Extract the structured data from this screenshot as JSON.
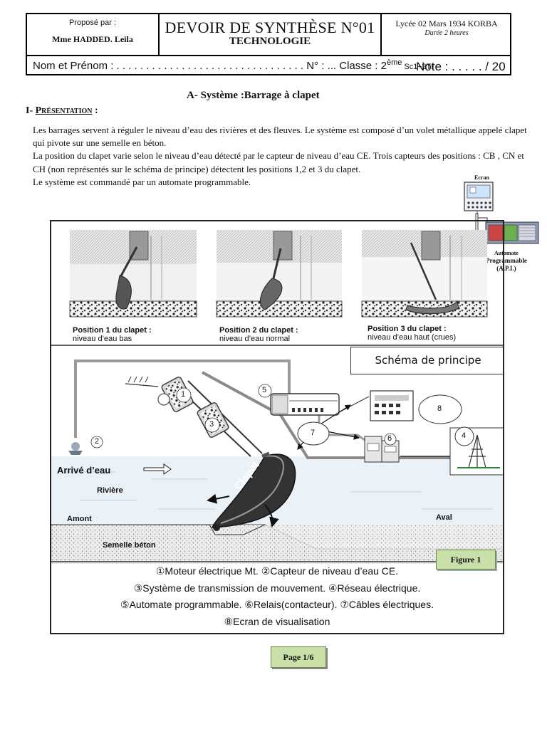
{
  "header": {
    "proposer_label": "Proposé par :",
    "teacher": "Mme HADDED. Leila",
    "title": "DEVOIR DE SYNTHÈSE N°01",
    "subject": "TECHNOLOGIE",
    "school": "Lycée 02 Mars 1934 KORBA",
    "duration": "Durée 2 heures",
    "student_line": "Nom et Prénom : . . . . . . . . . . . . . . . . . . . . . . . . . . . . . . . . N° : ... Classe : 2",
    "class_sup": "ème",
    "class_rest": " Sc1÷2TI",
    "note": "Note :    . . . . . / 20"
  },
  "section": {
    "title": "A-  Système :Barrage à clapet",
    "sub_num": "I-",
    "sub_title": "Présentation",
    "sub_colon": " :"
  },
  "intro": [
    "Les barrages servent à réguler le niveau d’eau des rivières et des fleuves. Le système est composé d’un volet métallique appelé clapet qui pivote sur une semelle en béton.",
    "La position du clapet varie selon le niveau d’eau détecté par le capteur de niveau d’eau CE. Trois capteurs des positions : CB  , CN  et CH  (non représentés sur le schéma de principe) détectent les positions 1,2 et 3 du clapet.",
    "Le système est commandé par un automate programmable."
  ],
  "side_drawing": {
    "screen_label": "Ecran",
    "plc_label_1": "Automate",
    "plc_label_2": "Programmable",
    "plc_label_3": "(A.P.I.)"
  },
  "figure": {
    "positions": [
      {
        "title": "Position 1 du clapet :",
        "desc": "niveau d’eau bas"
      },
      {
        "title": "Position 2 du clapet :",
        "desc": "niveau d’eau normal"
      },
      {
        "title": "Position 3 du clapet :",
        "desc": "niveau d’eau haut (crues)"
      }
    ],
    "schema_title": "Schéma de principe",
    "arrival": "Arrivé d’eau",
    "river": "Rivière",
    "upstream": "Amont",
    "downstream": "Aval",
    "footing": "Semelle béton",
    "flap": "Clapet",
    "badge": "Figure 1",
    "markers": [
      "1",
      "2",
      "3",
      "4",
      "5",
      "6",
      "7",
      "8"
    ],
    "legend": [
      "①Moteur électrique Mt.   ②Capteur de niveau d’eau CE.",
      "③Système de transmission de mouvement.       ④Réseau électrique.",
      "⑤Automate programmable.    ⑥Relais(contacteur).   ⑦Câbles électriques.",
      "⑧Ecran de visualisation"
    ]
  },
  "footer": {
    "page": "Page 1/6"
  }
}
